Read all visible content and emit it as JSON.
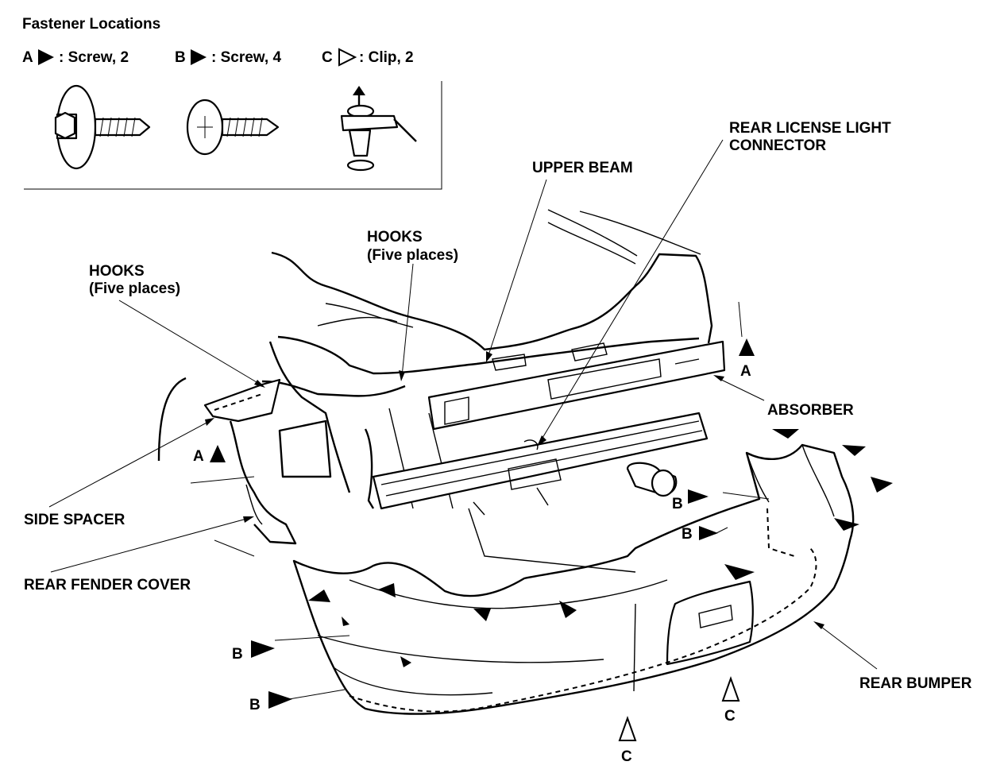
{
  "legend": {
    "title": "Fastener Locations",
    "items": [
      {
        "letter": "A",
        "symbol": "filled-triangle",
        "text": ": Screw, 2"
      },
      {
        "letter": "B",
        "symbol": "filled-triangle",
        "text": ": Screw, 4"
      },
      {
        "letter": "C",
        "symbol": "open-triangle",
        "text": ": Clip, 2"
      }
    ],
    "fastener_icons": [
      "flange-screw-icon",
      "pan-head-screw-icon",
      "push-clip-icon"
    ]
  },
  "callouts": {
    "rear_license_light_connector": [
      "REAR LICENSE LIGHT",
      "CONNECTOR"
    ],
    "upper_beam": "UPPER BEAM",
    "hooks_center": [
      "HOOKS",
      "(Five places)"
    ],
    "hooks_left": [
      "HOOKS",
      "(Five places)"
    ],
    "absorber": "ABSORBER",
    "side_spacer": "SIDE SPACER",
    "rear_fender_cover": "REAR FENDER COVER",
    "rear_bumper": "REAR BUMPER"
  },
  "markers": {
    "a_right": "A",
    "a_left": "A",
    "b_1": "B",
    "b_2": "B",
    "b_3": "B",
    "b_4": "B",
    "c_1": "C",
    "c_2": "C"
  }
}
